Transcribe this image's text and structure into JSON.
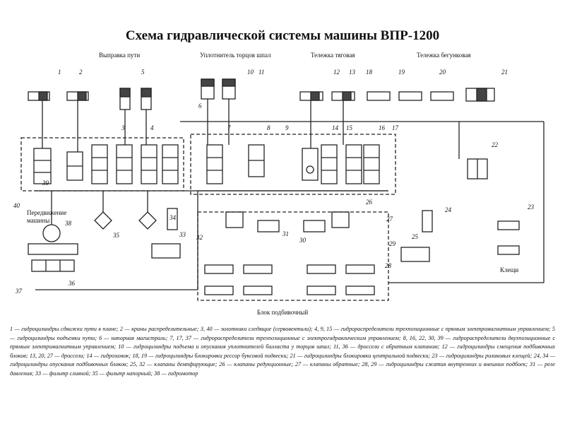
{
  "title": "Схема гидравлической системы машины ВПР-1200",
  "sections": {
    "straightening": "Выправка пути",
    "tamper": "Уплотнитель торцов шпал",
    "traction": "Тележка тяговая",
    "runner": "Тележка бегунковая"
  },
  "labels": {
    "movement": "Передвижение\nмашины",
    "clamps": "Клещи",
    "block": "Блок подбивочный"
  },
  "numbers": [
    "1",
    "2",
    "5",
    "10",
    "11",
    "12",
    "13",
    "18",
    "19",
    "20",
    "21",
    "6",
    "3",
    "4",
    "7",
    "8",
    "9",
    "14",
    "15",
    "16",
    "17",
    "22",
    "39",
    "40",
    "26",
    "24",
    "23",
    "38",
    "34",
    "33",
    "32",
    "31",
    "30",
    "27",
    "25",
    "29",
    "28",
    "35",
    "36",
    "37"
  ],
  "legend": "1 — гидроцилиндры сдвижки пути в плане; 2 — краны распределительные; 3, 40 — золотники следящие (сервовентили); 4, 9, 15 — гидрораспределители трехпозиционные с прямым электромагнитным управлением; 5 — гидроцилиндры подъемки пути; 6 — напорная магистраль; 7, 17, 37 — гидрораспределители трехпозиционные с электрогидравлическим управлением; 8, 16, 22, 30, 39 — гидрораспределители двухпозиционные с прямым электромагнитным управлением; 10 — гидроцилиндры подъема и опускания уплотнителей балласта у торцов шпал; 11, 36 — дроссели с обратным клапаном; 12 — гидроцилиндры смещения подбивочных блоков; 13, 20, 27 — дроссели; 14 — гидрозамок; 18, 19 — гидроцилиндры блокировки рессор буксовой подвески; 21 — гидроцилиндры блокировки центральной подвески; 23 — гидроцилиндры роликовых клещей; 24, 34 — гидроцилиндры опускания подбивочных блоков; 25, 32 — клапаны демпфирующие; 26 — клапаны редукционные; 27 — клапаны обратные; 28, 29 — гидроцилиндры сжатия внутренних и внешних подбоек; 31 — реле давления; 33 — фильтр сливной; 35 — фильтр напорный; 38 — гидромотор"
}
